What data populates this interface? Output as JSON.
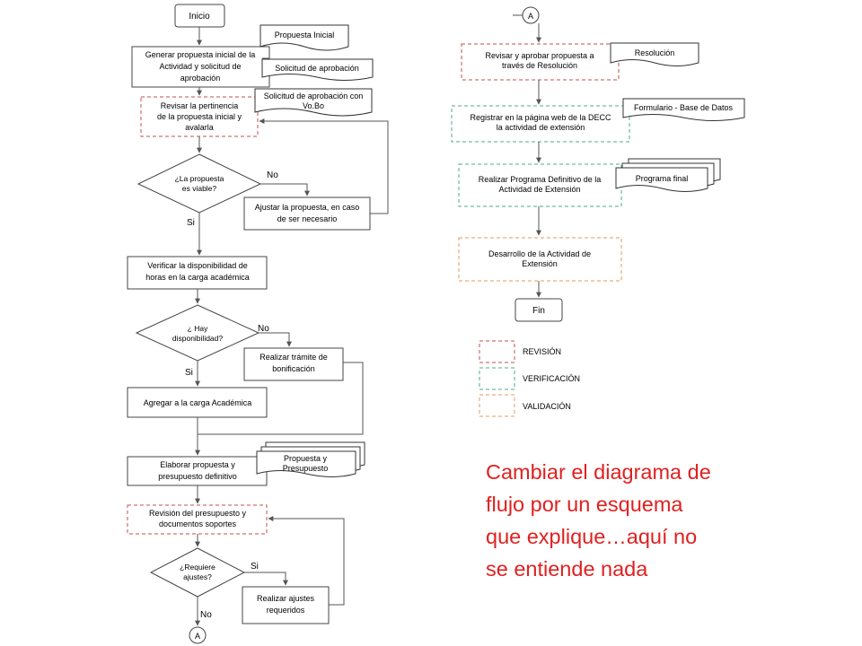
{
  "flow": {
    "inicio": "Inicio",
    "generar": [
      "Generar propuesta inicial de la",
      "Actividad  y solicitud de",
      "aprobación"
    ],
    "doc_propuesta_inicial": "Propuesta Inicial",
    "doc_solicitud": "Solicitud de aprobación",
    "doc_solicitud_vobo": [
      "Solicitud de aprobación con",
      "Vo.Bo"
    ],
    "revisar": [
      "Revisar la pertinencia",
      "de la propuesta inicial y",
      "avalarla"
    ],
    "dec_viable": [
      "¿La propuesta",
      "es viable?"
    ],
    "no_1": "No",
    "si_1": "Si",
    "ajustar": [
      "Ajustar la propuesta, en caso",
      "de ser necesario"
    ],
    "verificar": [
      "Verificar la disponibilidad de",
      "horas en la carga académica"
    ],
    "dec_disponibilidad": [
      "¿ Hay",
      "disponibilidad?"
    ],
    "no_2": "No",
    "si_2": "Si",
    "tramite": [
      "Realizar trámite de",
      "bonificación"
    ],
    "agregar": "Agregar a la carga Académica",
    "elaborar": [
      "Elaborar propuesta y",
      "presupuesto definitivo"
    ],
    "doc_propuesta_presupuesto": [
      "Propuesta y",
      "Presupuesto"
    ],
    "revision_presupuesto": [
      "Revisión del presupuesto y",
      "documentos soportes"
    ],
    "dec_ajustes": [
      "¿Requiere",
      "ajustes?"
    ],
    "si_3": "Si",
    "no_3": "No",
    "realizar_ajustes": [
      "Realizar ajustes",
      "requeridos"
    ],
    "conector_a": "A"
  },
  "flow_right": {
    "conector_a": "A",
    "revisar_aprobar": [
      "Revisar y aprobar propuesta a",
      "través de Resolución"
    ],
    "doc_resolucion": "Resolución",
    "registrar": [
      "Registrar en la página web de la DECC",
      "la actividad de extensión"
    ],
    "doc_formulario": "Formulario  - Base de Datos",
    "realizar_programa": [
      "Realizar Programa Definitivo de la",
      "Actividad de Extensión"
    ],
    "doc_programa_final": "Programa final",
    "desarrollo": [
      "Desarrollo de la Actividad de",
      "Extensión"
    ],
    "fin": "Fin"
  },
  "legend": {
    "items": [
      {
        "label": "REVISIÓN",
        "color": "#c0504d"
      },
      {
        "label": "VERIFICACIÓN",
        "color": "#4bac86"
      },
      {
        "label": "VALIDACIÓN",
        "color": "#e39a5b"
      }
    ]
  },
  "comment": {
    "lines": [
      "Cambiar el diagrama de",
      "flujo por un esquema",
      "que explique…aquí no",
      "se entiende nada"
    ],
    "color": "#e02020"
  }
}
